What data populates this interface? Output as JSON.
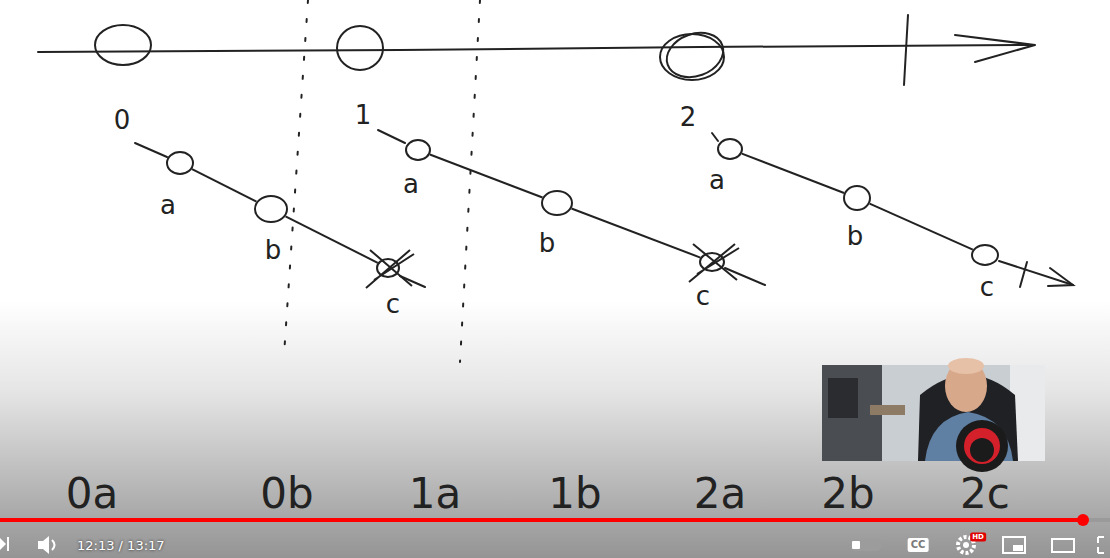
{
  "diagram": {
    "nodes": [
      {
        "text": [
          "a"
        ]
      },
      {
        "text": [
          "b"
        ]
      },
      {
        "text": [
          "c"
        ]
      },
      {
        "text": [
          "a"
        ]
      },
      {
        "text": [
          "b"
        ]
      },
      {
        "text": [
          "c"
        ]
      },
      {
        "text": [
          "a"
        ]
      },
      {
        "text": [
          "b"
        ]
      },
      {
        "text": [
          "c"
        ]
      }
    ],
    "edges": [
      {
        "from": 0,
        "to": 1,
        "arrow": "none"
      },
      {
        "from": 1,
        "to": 2,
        "arrow": "none"
      },
      {
        "from": 3,
        "to": 4,
        "arrow": "none"
      },
      {
        "from": 4,
        "to": 5,
        "arrow": "none"
      },
      {
        "from": 6,
        "to": 7,
        "arrow": "none"
      },
      {
        "from": 7,
        "to": 8,
        "arrow": "none"
      }
    ],
    "labels": [
      "0",
      "1",
      "2",
      "0a",
      "0b",
      "1a",
      "1b",
      "2a",
      "2b",
      "2c",
      "12:13 / 13:17",
      "CC",
      "HD"
    ]
  }
}
